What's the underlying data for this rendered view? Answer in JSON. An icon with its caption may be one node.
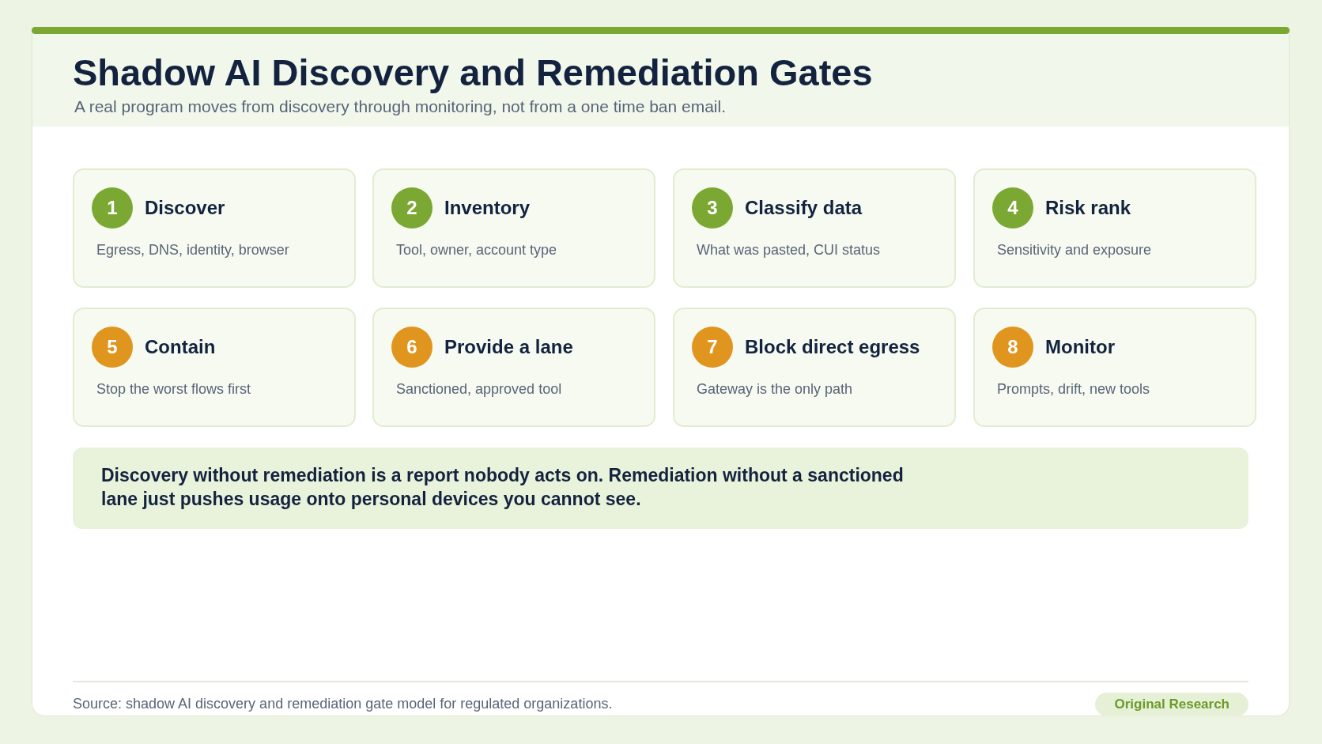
{
  "diagram": {
    "title": "Shadow AI Discovery and Remediation Gates",
    "nodes": [
      {
        "text": [
          "Discover",
          "Egress, DNS, identity, browser"
        ]
      },
      {
        "text": [
          "1"
        ],
        "in": 0
      },
      {
        "text": [
          "Inventory",
          "Tool, owner, account type"
        ]
      },
      {
        "text": [
          "2"
        ],
        "in": 2
      },
      {
        "text": [
          "Classify data",
          "What was pasted, CUI status"
        ]
      },
      {
        "text": [
          "3"
        ],
        "in": 4
      },
      {
        "text": [
          "Risk rank",
          "Sensitivity and exposure"
        ]
      },
      {
        "text": [
          "4"
        ],
        "in": 6
      },
      {
        "text": [
          "Contain",
          "Stop the worst flows first"
        ]
      },
      {
        "text": [
          "5"
        ],
        "in": 8
      },
      {
        "text": [
          "Provide a lane",
          "Sanctioned, approved tool"
        ]
      },
      {
        "text": [
          "6"
        ],
        "in": 10
      },
      {
        "text": [
          "Block direct egress",
          "Gateway is the only path"
        ]
      },
      {
        "text": [
          "7"
        ],
        "in": 12
      },
      {
        "text": [
          "Monitor",
          "Prompts, drift, new tools"
        ]
      },
      {
        "text": [
          "8"
        ],
        "in": 14
      },
      {
        "text": [
          "Discovery without remediation is a report nobody acts on. Remediation without a sanctioned lane just pushes usage onto personal devices you cannot see."
        ]
      },
      {
        "text": [
          "Original Research"
        ]
      }
    ],
    "labels": [
      "A real program moves from discovery through monitoring, not from a one time ban email.",
      "Source: shadow AI discovery and remediation gate model for regulated organizations."
    ]
  }
}
